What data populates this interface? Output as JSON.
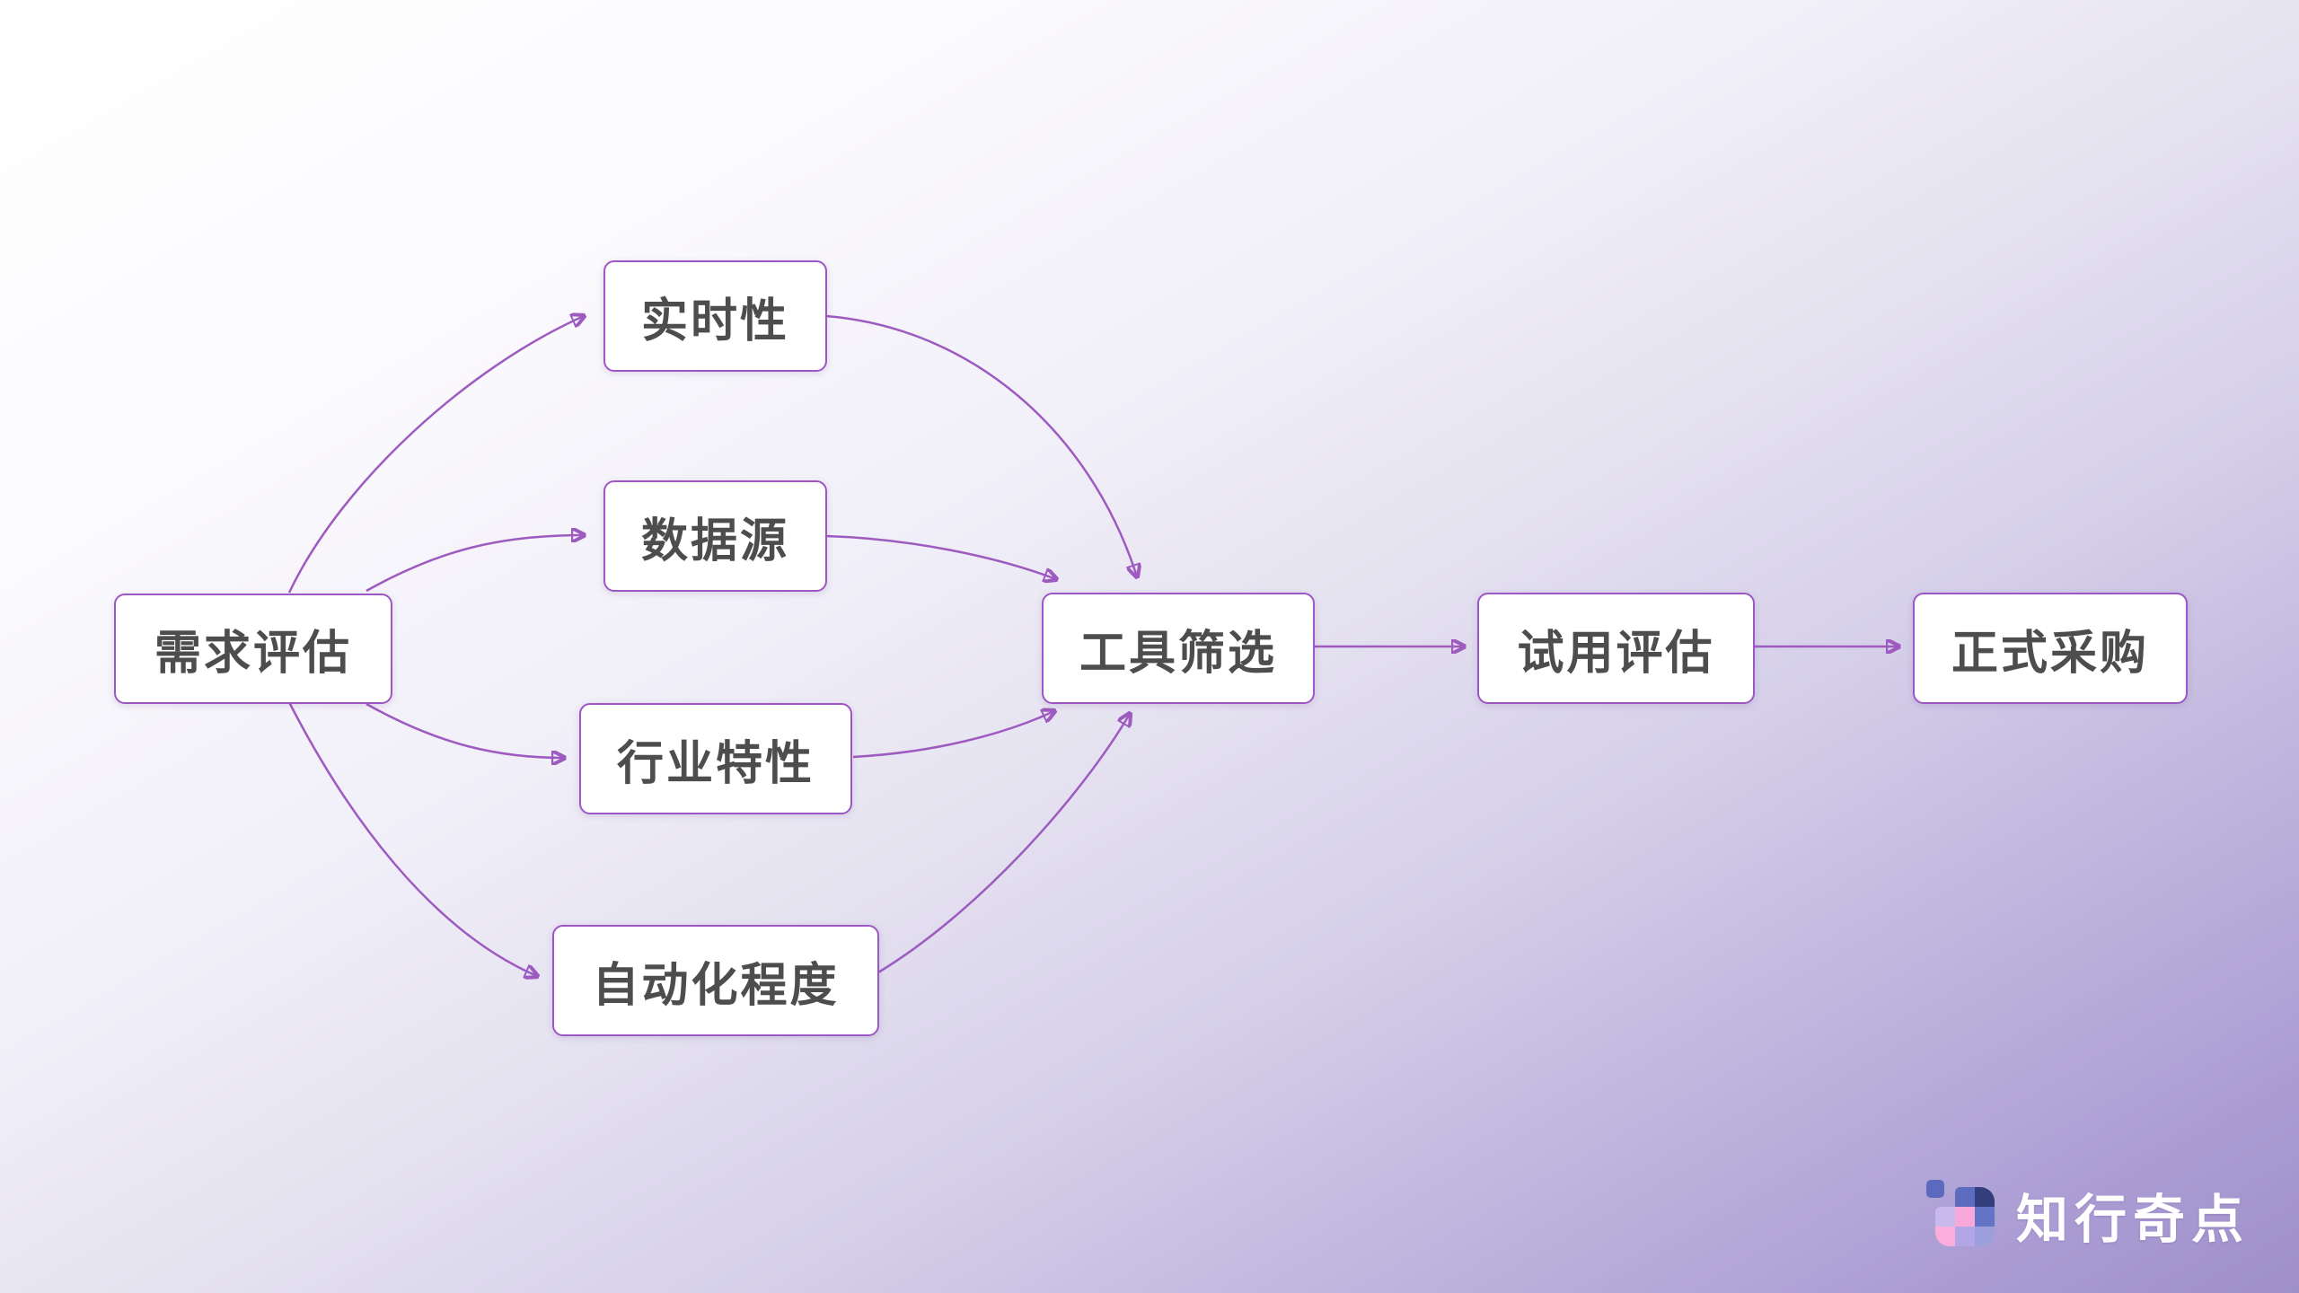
{
  "diagram": {
    "type": "flowchart",
    "nodes": [
      {
        "id": "needs-assessment",
        "label": "需求评估"
      },
      {
        "id": "real-time",
        "label": "实时性"
      },
      {
        "id": "data-source",
        "label": "数据源"
      },
      {
        "id": "industry-traits",
        "label": "行业特性"
      },
      {
        "id": "automation-level",
        "label": "自动化程度"
      },
      {
        "id": "tool-screening",
        "label": "工具筛选"
      },
      {
        "id": "trial-evaluation",
        "label": "试用评估"
      },
      {
        "id": "formal-procurement",
        "label": "正式采购"
      }
    ],
    "edges": [
      {
        "from": "needs-assessment",
        "to": "real-time"
      },
      {
        "from": "needs-assessment",
        "to": "data-source"
      },
      {
        "from": "needs-assessment",
        "to": "industry-traits"
      },
      {
        "from": "needs-assessment",
        "to": "automation-level"
      },
      {
        "from": "real-time",
        "to": "tool-screening"
      },
      {
        "from": "data-source",
        "to": "tool-screening"
      },
      {
        "from": "industry-traits",
        "to": "tool-screening"
      },
      {
        "from": "automation-level",
        "to": "tool-screening"
      },
      {
        "from": "tool-screening",
        "to": "trial-evaluation"
      },
      {
        "from": "trial-evaluation",
        "to": "formal-procurement"
      }
    ],
    "colors": {
      "arrow": "#9d5bc0",
      "node_border": "#9e56c4",
      "node_fill": "#ffffff",
      "node_text": "#4d4d4d",
      "background_top_left": "#ffffff",
      "background_bottom_right": "#9e8fca"
    }
  },
  "logo": {
    "text": "知行奇点",
    "icon": "mosaic-grid-icon",
    "icon_colors": [
      "#5b6abf",
      "#5e6cc0",
      "#333f7d",
      "#c9baee",
      "#f9a9d9",
      "#6474c4",
      "#fcaedd",
      "#b3a6e7",
      "#9d9edc"
    ],
    "text_color": "#ffffff"
  }
}
